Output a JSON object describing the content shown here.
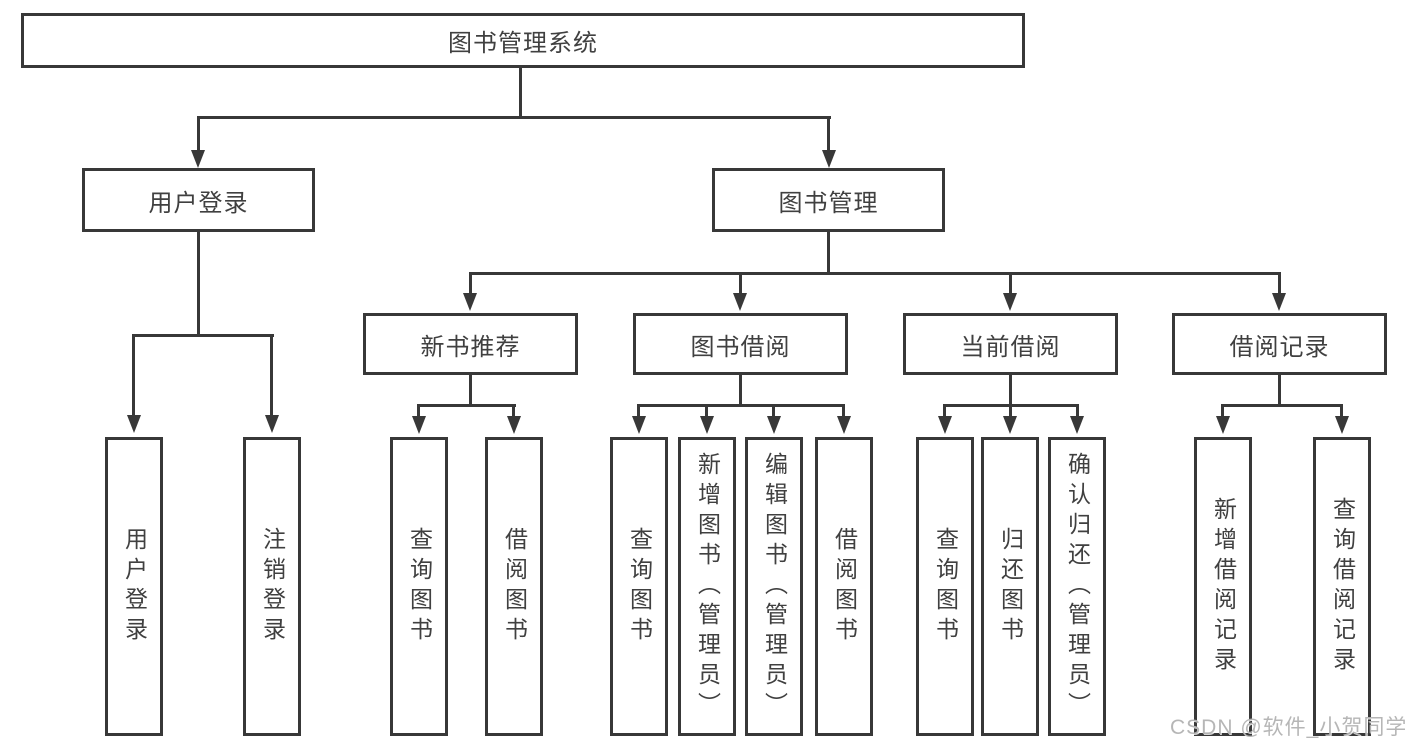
{
  "diagram": {
    "root": {
      "label": "图书管理系统"
    },
    "level2": [
      {
        "label": "用户登录"
      },
      {
        "label": "图书管理"
      }
    ],
    "level3": [
      {
        "label": "新书推荐"
      },
      {
        "label": "图书借阅"
      },
      {
        "label": "当前借阅"
      },
      {
        "label": "借阅记录"
      }
    ],
    "leaves": [
      {
        "label": "用户登录"
      },
      {
        "label": "注销登录"
      },
      {
        "label": "查询图书"
      },
      {
        "label": "借阅图书"
      },
      {
        "label": "查询图书"
      },
      {
        "label": "新增图书（管理员）"
      },
      {
        "label": "编辑图书（管理员）"
      },
      {
        "label": "借阅图书"
      },
      {
        "label": "查询图书"
      },
      {
        "label": "归还图书"
      },
      {
        "label": "确认归还（管理员）"
      },
      {
        "label": "新增借阅记录"
      },
      {
        "label": "查询借阅记录"
      }
    ]
  },
  "watermark": {
    "text": "CSDN @软件_小贺同学"
  },
  "colors": {
    "line": "#383838",
    "text": "#404040",
    "background": "#ffffff",
    "watermark": "#b2b2b2"
  }
}
